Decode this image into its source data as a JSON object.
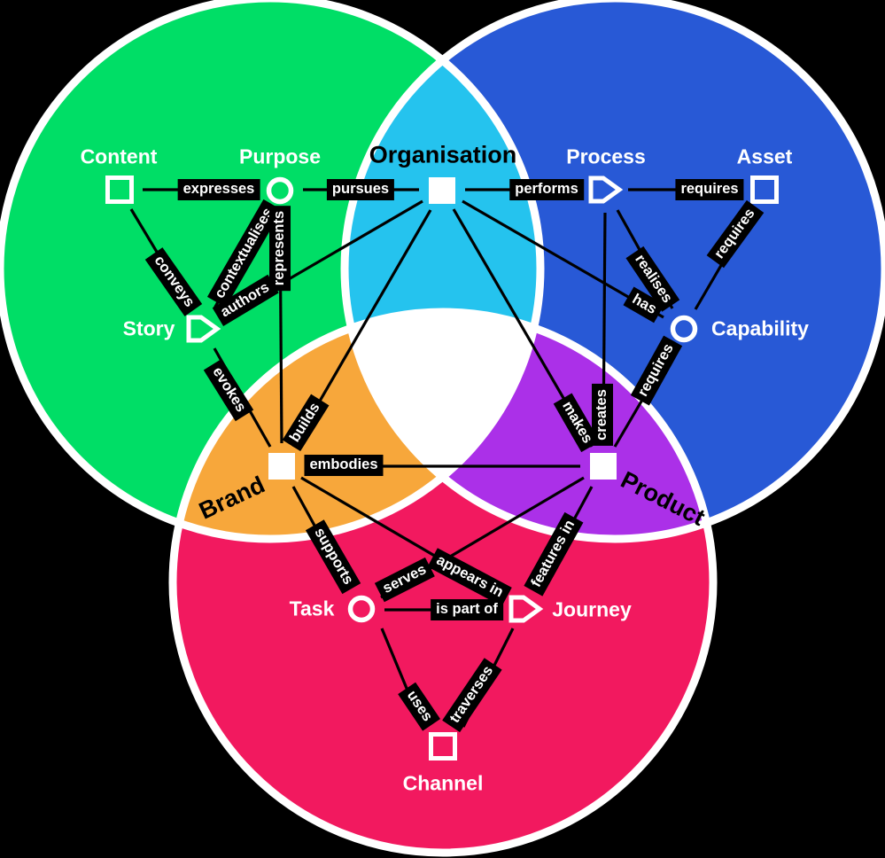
{
  "colors": {
    "background": "#000000",
    "green": "#00DE66",
    "blue": "#2859D6",
    "pink": "#F2195F",
    "cyan": "#25C3EE",
    "orange": "#F7A73B",
    "purple": "#AB30E8",
    "center": "#FFFFFF",
    "circle_outline": "#FFFFFF",
    "edge_line": "#000000",
    "label_box_bg": "#000000",
    "label_box_text": "#FFFFFF"
  },
  "nodes": [
    {
      "id": "content",
      "label": "Content",
      "shape": "square-outline"
    },
    {
      "id": "purpose",
      "label": "Purpose",
      "shape": "circle-outline"
    },
    {
      "id": "organisation",
      "label": "Organisation",
      "shape": "square-filled"
    },
    {
      "id": "process",
      "label": "Process",
      "shape": "pentagon-outline"
    },
    {
      "id": "asset",
      "label": "Asset",
      "shape": "square-outline"
    },
    {
      "id": "story",
      "label": "Story",
      "shape": "pentagon-outline"
    },
    {
      "id": "capability",
      "label": "Capability",
      "shape": "circle-outline"
    },
    {
      "id": "brand",
      "label": "Brand",
      "shape": "square-filled"
    },
    {
      "id": "product",
      "label": "Product",
      "shape": "square-filled"
    },
    {
      "id": "task",
      "label": "Task",
      "shape": "circle-outline"
    },
    {
      "id": "journey",
      "label": "Journey",
      "shape": "pentagon-outline"
    },
    {
      "id": "channel",
      "label": "Channel",
      "shape": "square-outline"
    }
  ],
  "edges": [
    {
      "from": "content",
      "to": "purpose",
      "label": "expresses"
    },
    {
      "from": "purpose",
      "to": "organisation",
      "label": "pursues"
    },
    {
      "from": "organisation",
      "to": "process",
      "label": "performs"
    },
    {
      "from": "process",
      "to": "asset",
      "label": "requires"
    },
    {
      "from": "asset",
      "to": "capability",
      "label": "requires"
    },
    {
      "from": "process",
      "to": "capability",
      "label": "realises"
    },
    {
      "from": "organisation",
      "to": "capability",
      "label": "has"
    },
    {
      "from": "capability",
      "to": "product",
      "label": "requires"
    },
    {
      "from": "process",
      "to": "product",
      "label": "creates"
    },
    {
      "from": "organisation",
      "to": "product",
      "label": "makes"
    },
    {
      "from": "organisation",
      "to": "story",
      "label": "authors"
    },
    {
      "from": "purpose",
      "to": "story",
      "label": "contextualises"
    },
    {
      "from": "purpose",
      "to": "brand",
      "label": "represents"
    },
    {
      "from": "content",
      "to": "story",
      "label": "conveys"
    },
    {
      "from": "story",
      "to": "brand",
      "label": "evokes"
    },
    {
      "from": "brand",
      "to": "organisation",
      "label": "builds"
    },
    {
      "from": "brand",
      "to": "product",
      "label": "embodies"
    },
    {
      "from": "brand",
      "to": "task",
      "label": "supports"
    },
    {
      "from": "brand",
      "to": "journey",
      "label": "appears in"
    },
    {
      "from": "task",
      "to": "product",
      "label": "serves"
    },
    {
      "from": "product",
      "to": "journey",
      "label": "features in"
    },
    {
      "from": "task",
      "to": "journey",
      "label": "is part of"
    },
    {
      "from": "task",
      "to": "channel",
      "label": "uses"
    },
    {
      "from": "journey",
      "to": "channel",
      "label": "traverses"
    }
  ]
}
